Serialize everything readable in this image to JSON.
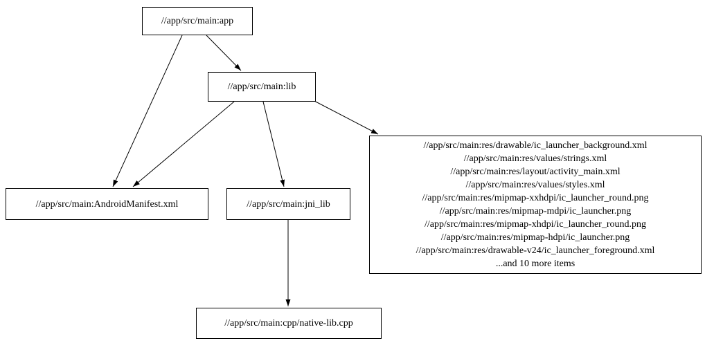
{
  "graph": {
    "background_color": "#ffffff",
    "node_border_color": "#000000",
    "edge_color": "#000000",
    "text_color": "#000000",
    "nodes": {
      "app": {
        "label": "//app/src/main:app"
      },
      "lib": {
        "label": "//app/src/main:lib"
      },
      "manifest": {
        "label": "//app/src/main:AndroidManifest.xml"
      },
      "jni_lib": {
        "label": "//app/src/main:jni_lib"
      },
      "res": {
        "lines": [
          "//app/src/main:res/drawable/ic_launcher_background.xml",
          "//app/src/main:res/values/strings.xml",
          "//app/src/main:res/layout/activity_main.xml",
          "//app/src/main:res/values/styles.xml",
          "//app/src/main:res/mipmap-xxhdpi/ic_launcher_round.png",
          "//app/src/main:res/mipmap-mdpi/ic_launcher.png",
          "//app/src/main:res/mipmap-xhdpi/ic_launcher_round.png",
          "//app/src/main:res/mipmap-hdpi/ic_launcher.png",
          "//app/src/main:res/drawable-v24/ic_launcher_foreground.xml",
          "...and 10 more items"
        ]
      },
      "cpp": {
        "label": "//app/src/main:cpp/native-lib.cpp"
      }
    },
    "edges": [
      {
        "from": "app",
        "to": "lib"
      },
      {
        "from": "app",
        "to": "manifest"
      },
      {
        "from": "lib",
        "to": "manifest"
      },
      {
        "from": "lib",
        "to": "jni_lib"
      },
      {
        "from": "lib",
        "to": "res"
      },
      {
        "from": "jni_lib",
        "to": "cpp"
      }
    ]
  }
}
